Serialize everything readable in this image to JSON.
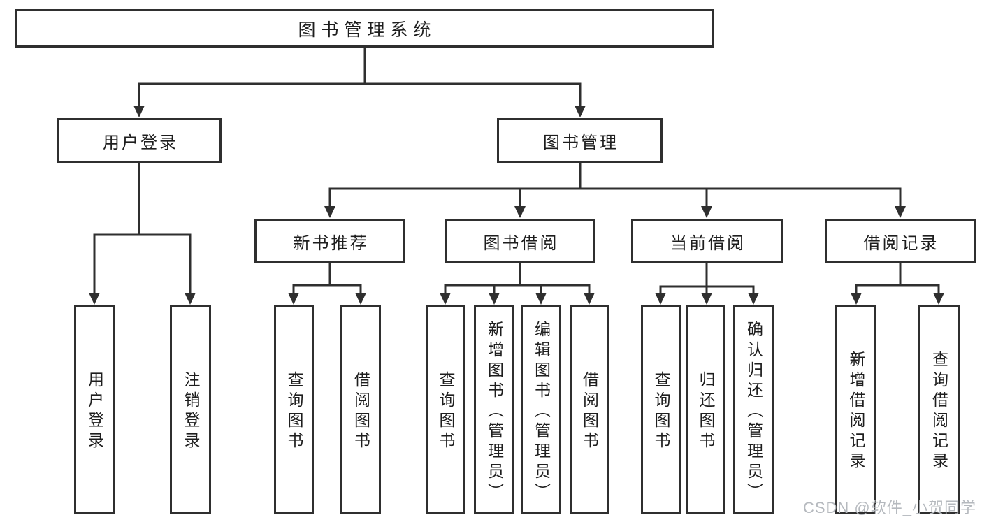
{
  "tree": {
    "label": "图书管理系统",
    "children": [
      {
        "label": "用户登录",
        "children": [
          {
            "label": "用户登录"
          },
          {
            "label": "注销登录"
          }
        ]
      },
      {
        "label": "图书管理",
        "children": [
          {
            "label": "新书推荐",
            "children": [
              {
                "label": "查询图书"
              },
              {
                "label": "借阅图书"
              }
            ]
          },
          {
            "label": "图书借阅",
            "children": [
              {
                "label": "查询图书"
              },
              {
                "label": "新增图书（管理员）"
              },
              {
                "label": "编辑图书（管理员）"
              },
              {
                "label": "借阅图书"
              }
            ]
          },
          {
            "label": "当前借阅",
            "children": [
              {
                "label": "查询图书"
              },
              {
                "label": "归还图书"
              },
              {
                "label": "确认归还（管理员）"
              }
            ]
          },
          {
            "label": "借阅记录",
            "children": [
              {
                "label": "新增借阅记录"
              },
              {
                "label": "查询借阅记录"
              }
            ]
          }
        ]
      }
    ]
  },
  "watermark": "CSDN @软件_小贺同学",
  "colors": {
    "line": "#2f2f2f",
    "text": "#1e1e1e",
    "watermark": "#b5b9be",
    "background": "#ffffff"
  }
}
